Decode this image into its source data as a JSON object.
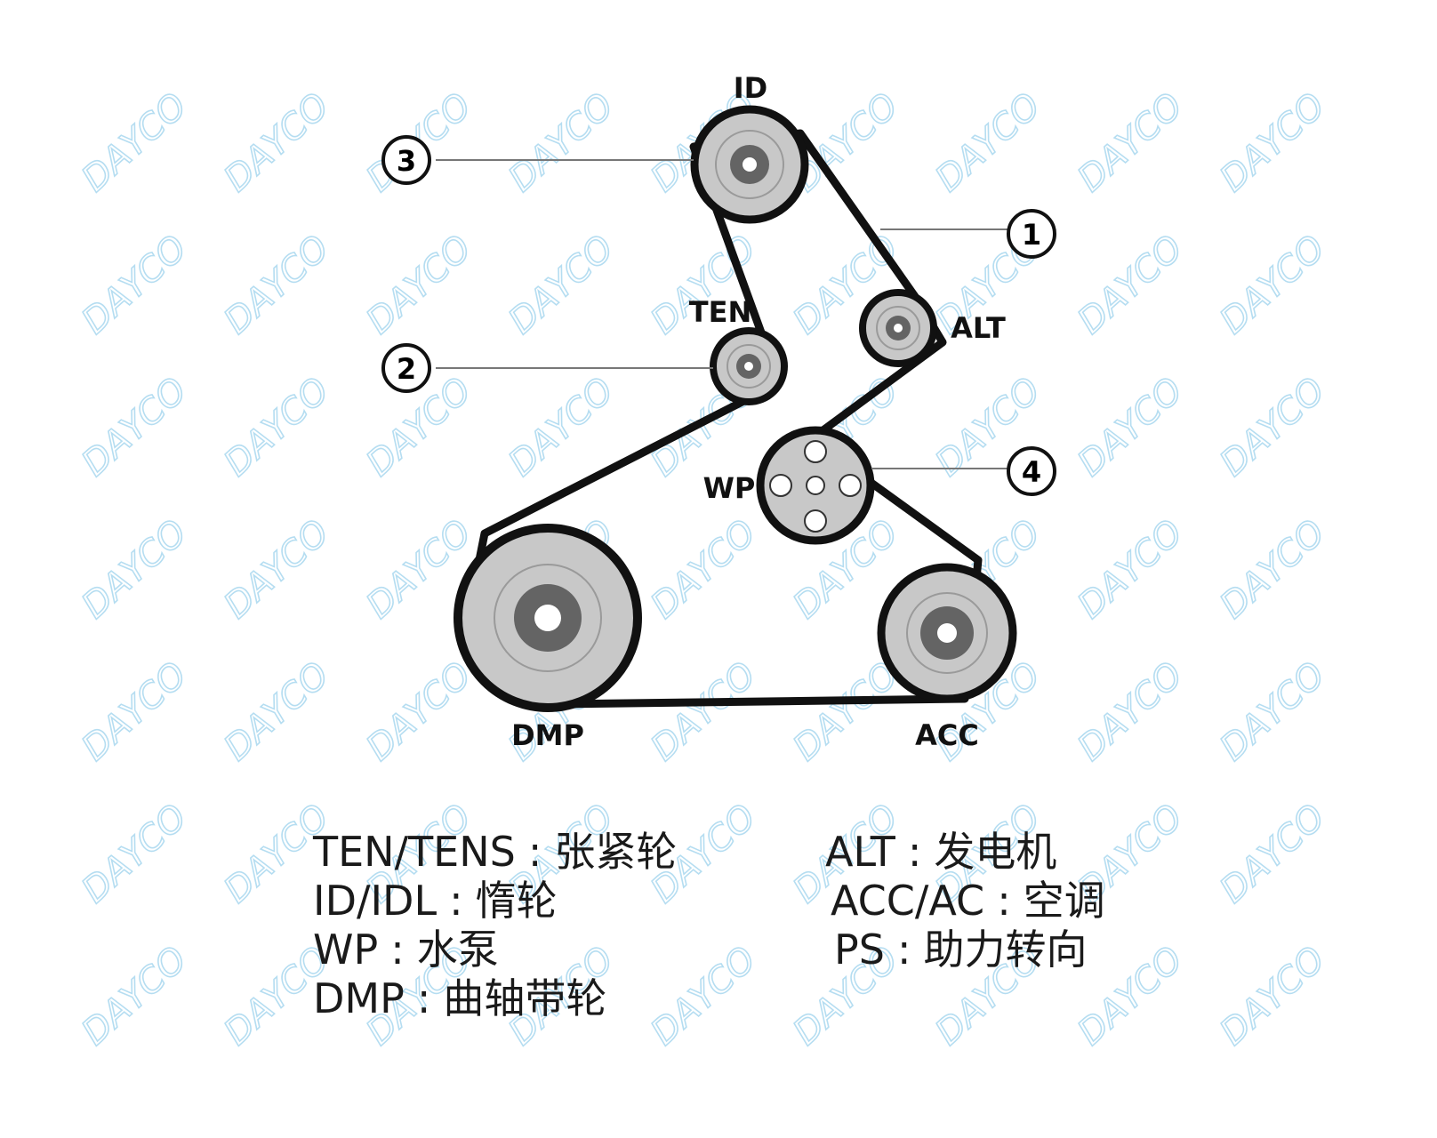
{
  "watermark_text": "DAYCO",
  "colors": {
    "belt": "#111111",
    "pulley_fill": "#c8c8c8",
    "hub": "#646464",
    "watermark": "#a9d8ef",
    "callout_line": "#777777"
  },
  "pulleys": {
    "id": "ID",
    "ten": "TEN",
    "alt": "ALT",
    "wp": "WP",
    "dmp": "DMP",
    "acc": "ACC"
  },
  "callouts": [
    "1",
    "2",
    "3",
    "4"
  ],
  "legend": {
    "left": [
      {
        "abbr": "TEN/TENS",
        "sep": ":",
        "desc": "张紧轮"
      },
      {
        "abbr": "ID/IDL",
        "sep": ":",
        "desc": "惰轮"
      },
      {
        "abbr": "WP",
        "sep": ":",
        "desc": "水泵"
      },
      {
        "abbr": "DMP",
        "sep": ":",
        "desc": "曲轴带轮"
      }
    ],
    "right": [
      {
        "abbr": "ALT",
        "sep": ":",
        "desc": "发电机"
      },
      {
        "abbr": "ACC/AC",
        "sep": ":",
        "desc": "空调"
      },
      {
        "abbr": "PS",
        "sep": ":",
        "desc": "助力转向"
      }
    ]
  }
}
